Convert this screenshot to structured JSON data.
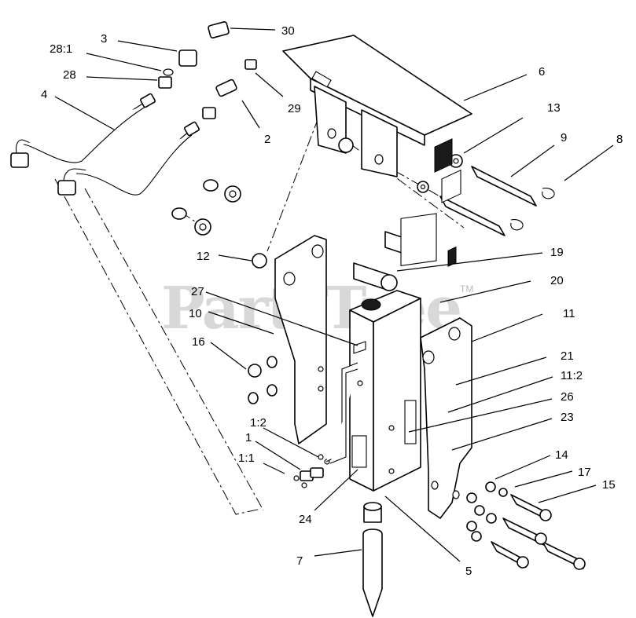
{
  "watermark": {
    "brand": "PartsTree",
    "trademark": "TM"
  },
  "callouts": [
    {
      "id": "c30",
      "text": "30"
    },
    {
      "id": "c3",
      "text": "3"
    },
    {
      "id": "c28-1",
      "text": "28:1"
    },
    {
      "id": "c28",
      "text": "28"
    },
    {
      "id": "c4",
      "text": "4"
    },
    {
      "id": "c29",
      "text": "29"
    },
    {
      "id": "c2",
      "text": "2"
    },
    {
      "id": "c6",
      "text": "6"
    },
    {
      "id": "c13",
      "text": "13"
    },
    {
      "id": "c9",
      "text": "9"
    },
    {
      "id": "c8",
      "text": "8"
    },
    {
      "id": "c12",
      "text": "12"
    },
    {
      "id": "c19",
      "text": "19"
    },
    {
      "id": "c20",
      "text": "20"
    },
    {
      "id": "c27",
      "text": "27"
    },
    {
      "id": "c10",
      "text": "10"
    },
    {
      "id": "c11",
      "text": "11"
    },
    {
      "id": "c16",
      "text": "16"
    },
    {
      "id": "c21",
      "text": "21"
    },
    {
      "id": "c11-2",
      "text": "11:2"
    },
    {
      "id": "c26",
      "text": "26"
    },
    {
      "id": "c1-2",
      "text": "1:2"
    },
    {
      "id": "c23",
      "text": "23"
    },
    {
      "id": "c1",
      "text": "1"
    },
    {
      "id": "c14",
      "text": "14"
    },
    {
      "id": "c1-1",
      "text": "1:1"
    },
    {
      "id": "c17",
      "text": "17"
    },
    {
      "id": "c15",
      "text": "15"
    },
    {
      "id": "c24",
      "text": "24"
    },
    {
      "id": "c7",
      "text": "7"
    },
    {
      "id": "c5",
      "text": "5"
    }
  ]
}
